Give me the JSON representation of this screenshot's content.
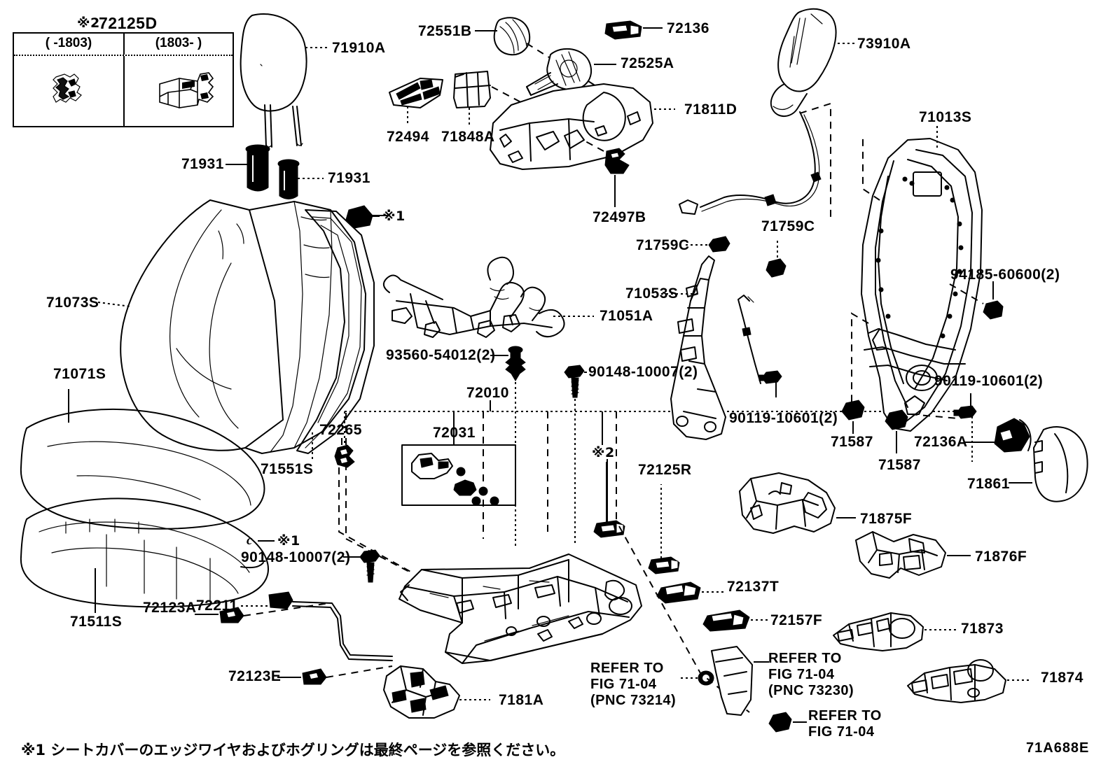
{
  "diagram": {
    "code": "71A688E",
    "footnote_1": "※1 シートカバーのエッジワイヤおよびホグリングは最終ページを参照ください。",
    "note_marker_1": "※1",
    "note_marker_2": "※2",
    "c_marker": "c"
  },
  "inset_table": {
    "title_marker": "※2",
    "title_part": "72125D",
    "columns": [
      {
        "label": "(      -1803)"
      },
      {
        "label": "(1803-      )"
      }
    ]
  },
  "labels": [
    {
      "id": "71910A",
      "text": "71910A"
    },
    {
      "id": "71931a",
      "text": "71931"
    },
    {
      "id": "71931b",
      "text": "71931"
    },
    {
      "id": "71073S",
      "text": "71073S"
    },
    {
      "id": "71071S",
      "text": "71071S"
    },
    {
      "id": "71551S",
      "text": "71551S"
    },
    {
      "id": "71511S",
      "text": "71511S"
    },
    {
      "id": "72265",
      "text": "72265"
    },
    {
      "id": "72211",
      "text": "72211"
    },
    {
      "id": "72123A",
      "text": "72123A"
    },
    {
      "id": "72123E",
      "text": "72123E"
    },
    {
      "id": "90148-10007a",
      "text": "90148-10007(2)"
    },
    {
      "id": "90148-10007b",
      "text": "90148-10007(2)"
    },
    {
      "id": "93560-54012",
      "text": "93560-54012(2)"
    },
    {
      "id": "72010",
      "text": "72010"
    },
    {
      "id": "72031",
      "text": "72031"
    },
    {
      "id": "71051A",
      "text": "71051A"
    },
    {
      "id": "7181A",
      "text": "7181A"
    },
    {
      "id": "72551B",
      "text": "72551B"
    },
    {
      "id": "72525A",
      "text": "72525A"
    },
    {
      "id": "72136",
      "text": "72136"
    },
    {
      "id": "72494",
      "text": "72494"
    },
    {
      "id": "71848A",
      "text": "71848A"
    },
    {
      "id": "71811D",
      "text": "71811D"
    },
    {
      "id": "72497B",
      "text": "72497B"
    },
    {
      "id": "73910A",
      "text": "73910A"
    },
    {
      "id": "71013S",
      "text": "71013S"
    },
    {
      "id": "71759Ca",
      "text": "71759C"
    },
    {
      "id": "71759Cb",
      "text": "71759C"
    },
    {
      "id": "71053S",
      "text": "71053S"
    },
    {
      "id": "94185-60600",
      "text": "94185-60600(2)"
    },
    {
      "id": "90119-10601a",
      "text": "90119-10601(2)"
    },
    {
      "id": "90119-10601b",
      "text": "90119-10601(2)"
    },
    {
      "id": "71587a",
      "text": "71587"
    },
    {
      "id": "71587b",
      "text": "71587"
    },
    {
      "id": "72136A",
      "text": "72136A"
    },
    {
      "id": "71861",
      "text": "71861"
    },
    {
      "id": "72125R",
      "text": "72125R"
    },
    {
      "id": "71875F",
      "text": "71875F"
    },
    {
      "id": "71876F",
      "text": "71876F"
    },
    {
      "id": "72137T",
      "text": "72137T"
    },
    {
      "id": "72157F",
      "text": "72157F"
    },
    {
      "id": "71873",
      "text": "71873"
    },
    {
      "id": "71874",
      "text": "71874"
    }
  ],
  "refer_notes": [
    {
      "id": "refer-73214",
      "line1": "REFER TO",
      "line2": "FIG 71-04",
      "line3": "(PNC 73214)"
    },
    {
      "id": "refer-73230",
      "line1": "REFER TO",
      "line2": "FIG 71-04",
      "line3": "(PNC 73230)"
    },
    {
      "id": "refer-7104",
      "line1": "REFER TO",
      "line2": "FIG 71-04",
      "line3": ""
    }
  ]
}
